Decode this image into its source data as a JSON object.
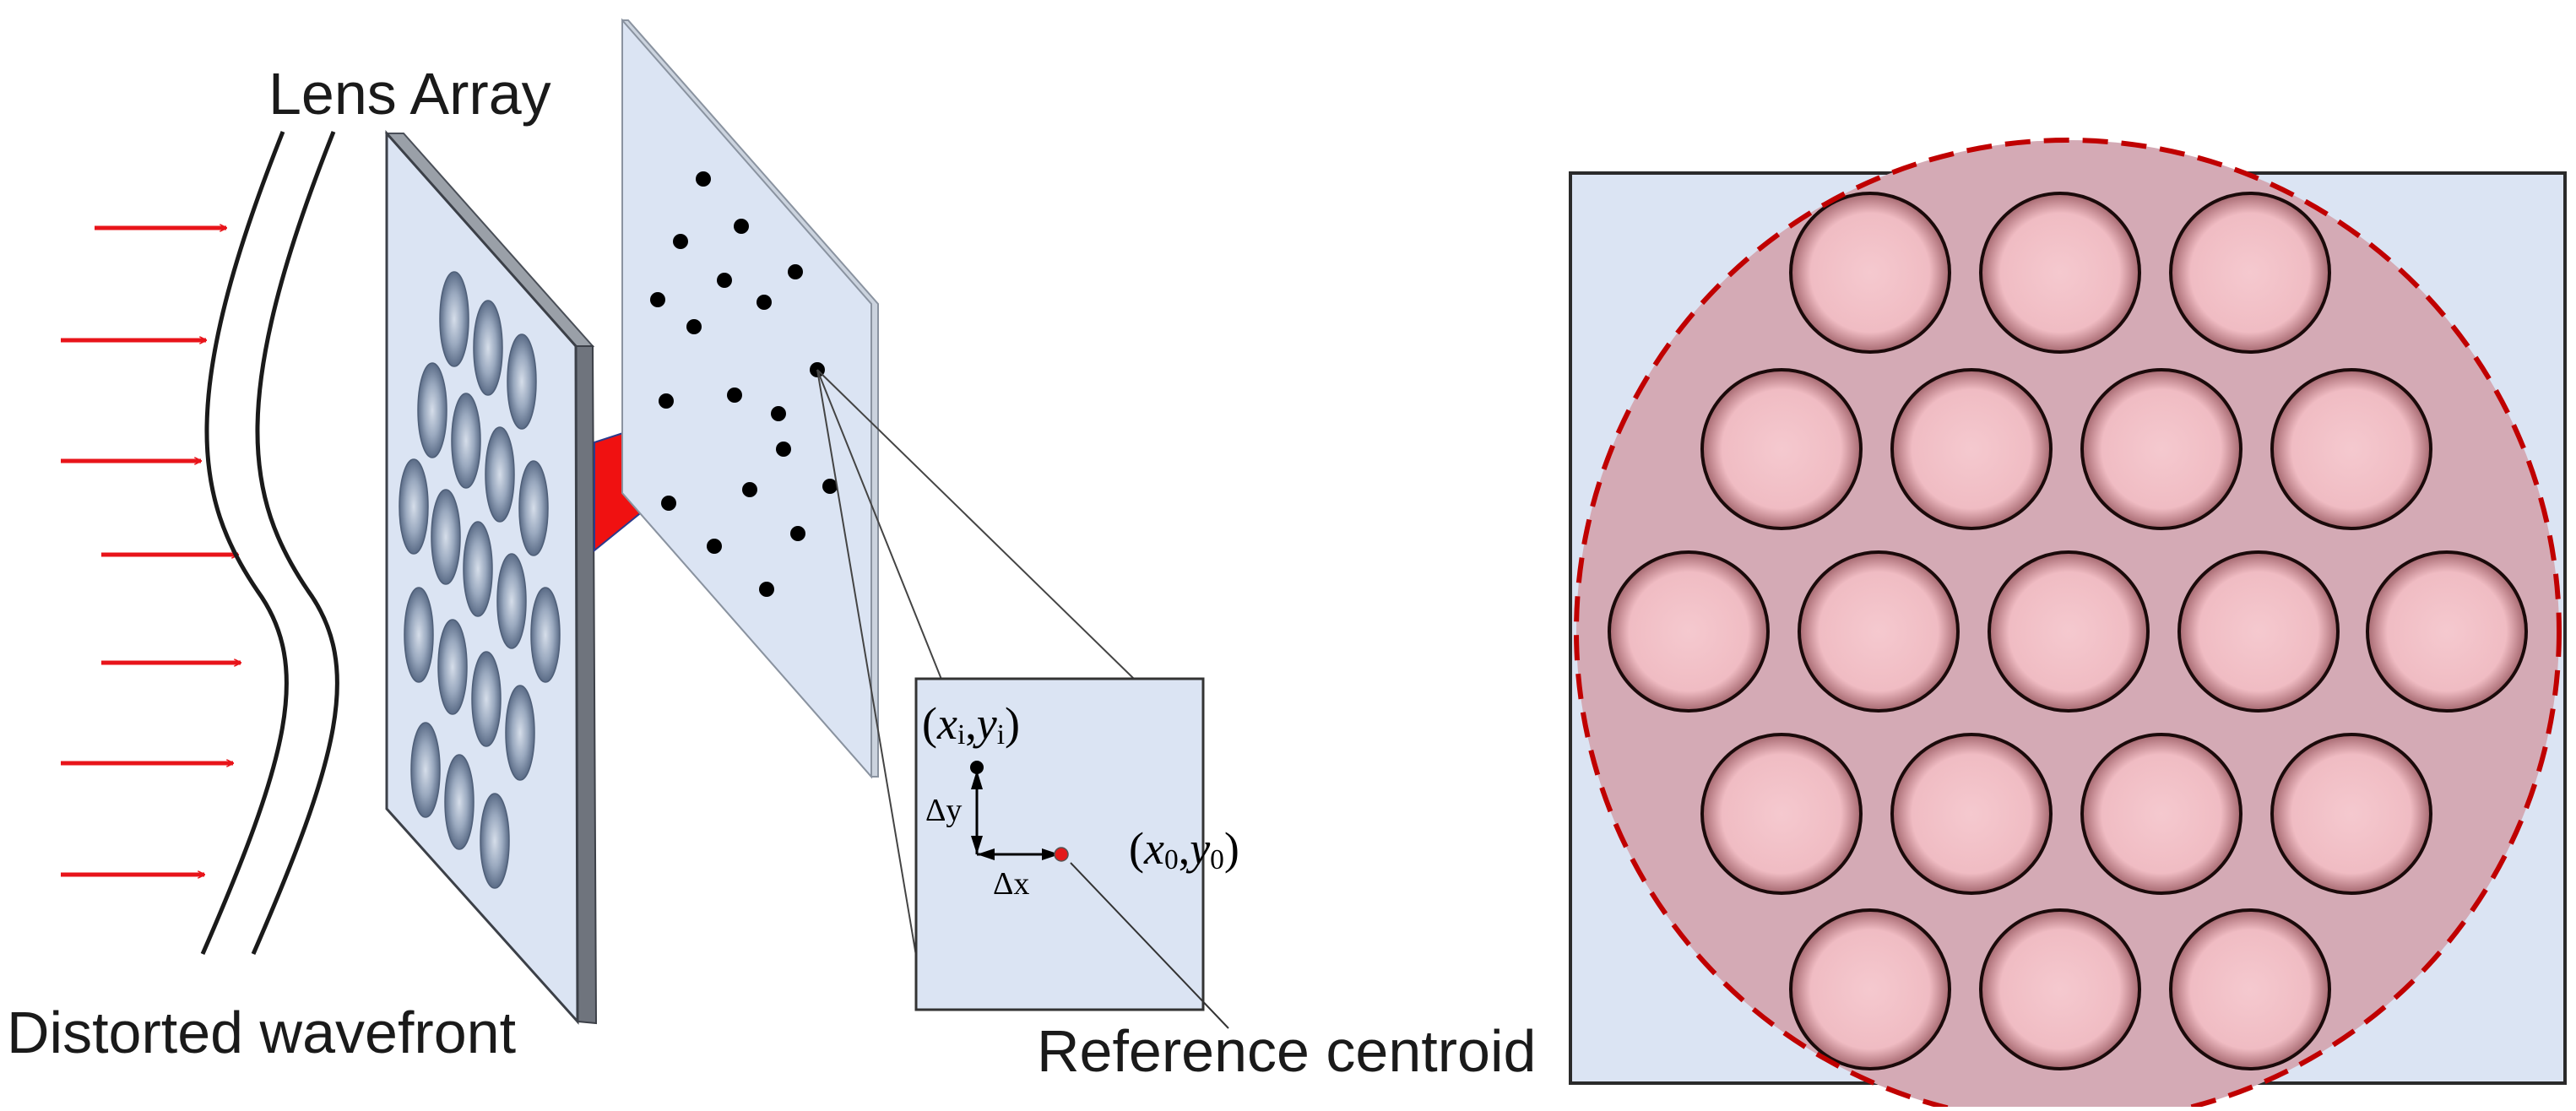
{
  "labels": {
    "lens_array": "Lens Array",
    "distorted_wavefront": "Distorted wavefront",
    "reference_centroid": "Reference centroid",
    "delta_x": "Δx",
    "delta_y": "Δy",
    "spot_coord": {
      "x": "x",
      "i": "i",
      "y": "y",
      "open": "(",
      "comma": ",",
      "close": ")"
    },
    "ref_coord": {
      "x": "x",
      "zero": "0",
      "y": "y",
      "open": "(",
      "comma": ",",
      "close": ")"
    }
  },
  "colors": {
    "arrow_red": "#e8141a",
    "panel_fill": "#dbe4f3",
    "aperture_fill": "#d4aab5",
    "aperture_outline": "#c00000",
    "lenslet_fill": "#f2c3c8",
    "lens_blue": "#7d8ea9"
  }
}
